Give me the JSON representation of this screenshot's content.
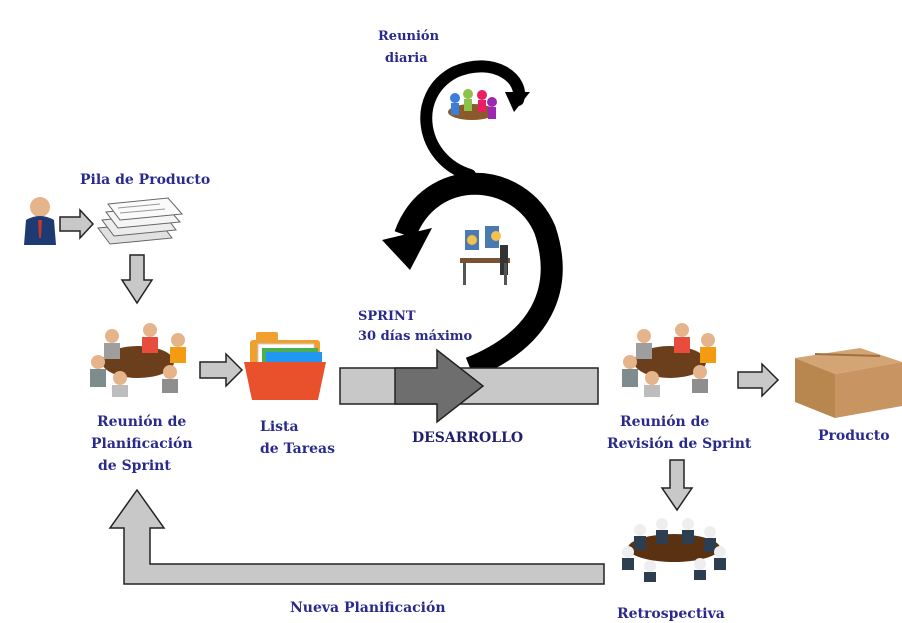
{
  "labels": {
    "daily_meeting_line1": "Reunión",
    "daily_meeting_line2": "diaria",
    "product_backlog": "Pila de Producto",
    "sprint_planning_line1": "Reunión de",
    "sprint_planning_line2": "Planificación",
    "sprint_planning_line3": "de Sprint",
    "task_list_line1": "Lista",
    "task_list_line2": "de Tareas",
    "sprint_line1": "SPRINT",
    "sprint_line2": "30 días máximo",
    "development": "DESARROLLO",
    "sprint_review_line1": "Reunión de",
    "sprint_review_line2": "Revisión de Sprint",
    "product": "Producto",
    "retrospective": "Retrospectiva",
    "new_planning": "Nueva Planificación"
  },
  "colors": {
    "label_text": "#2a2a8c",
    "arrow_fill": "#c8c8c8",
    "arrow_stroke": "#222222",
    "dark_arrow": "#6e6e6e",
    "cycle_arrow": "#000000",
    "box": "#b8864f"
  }
}
